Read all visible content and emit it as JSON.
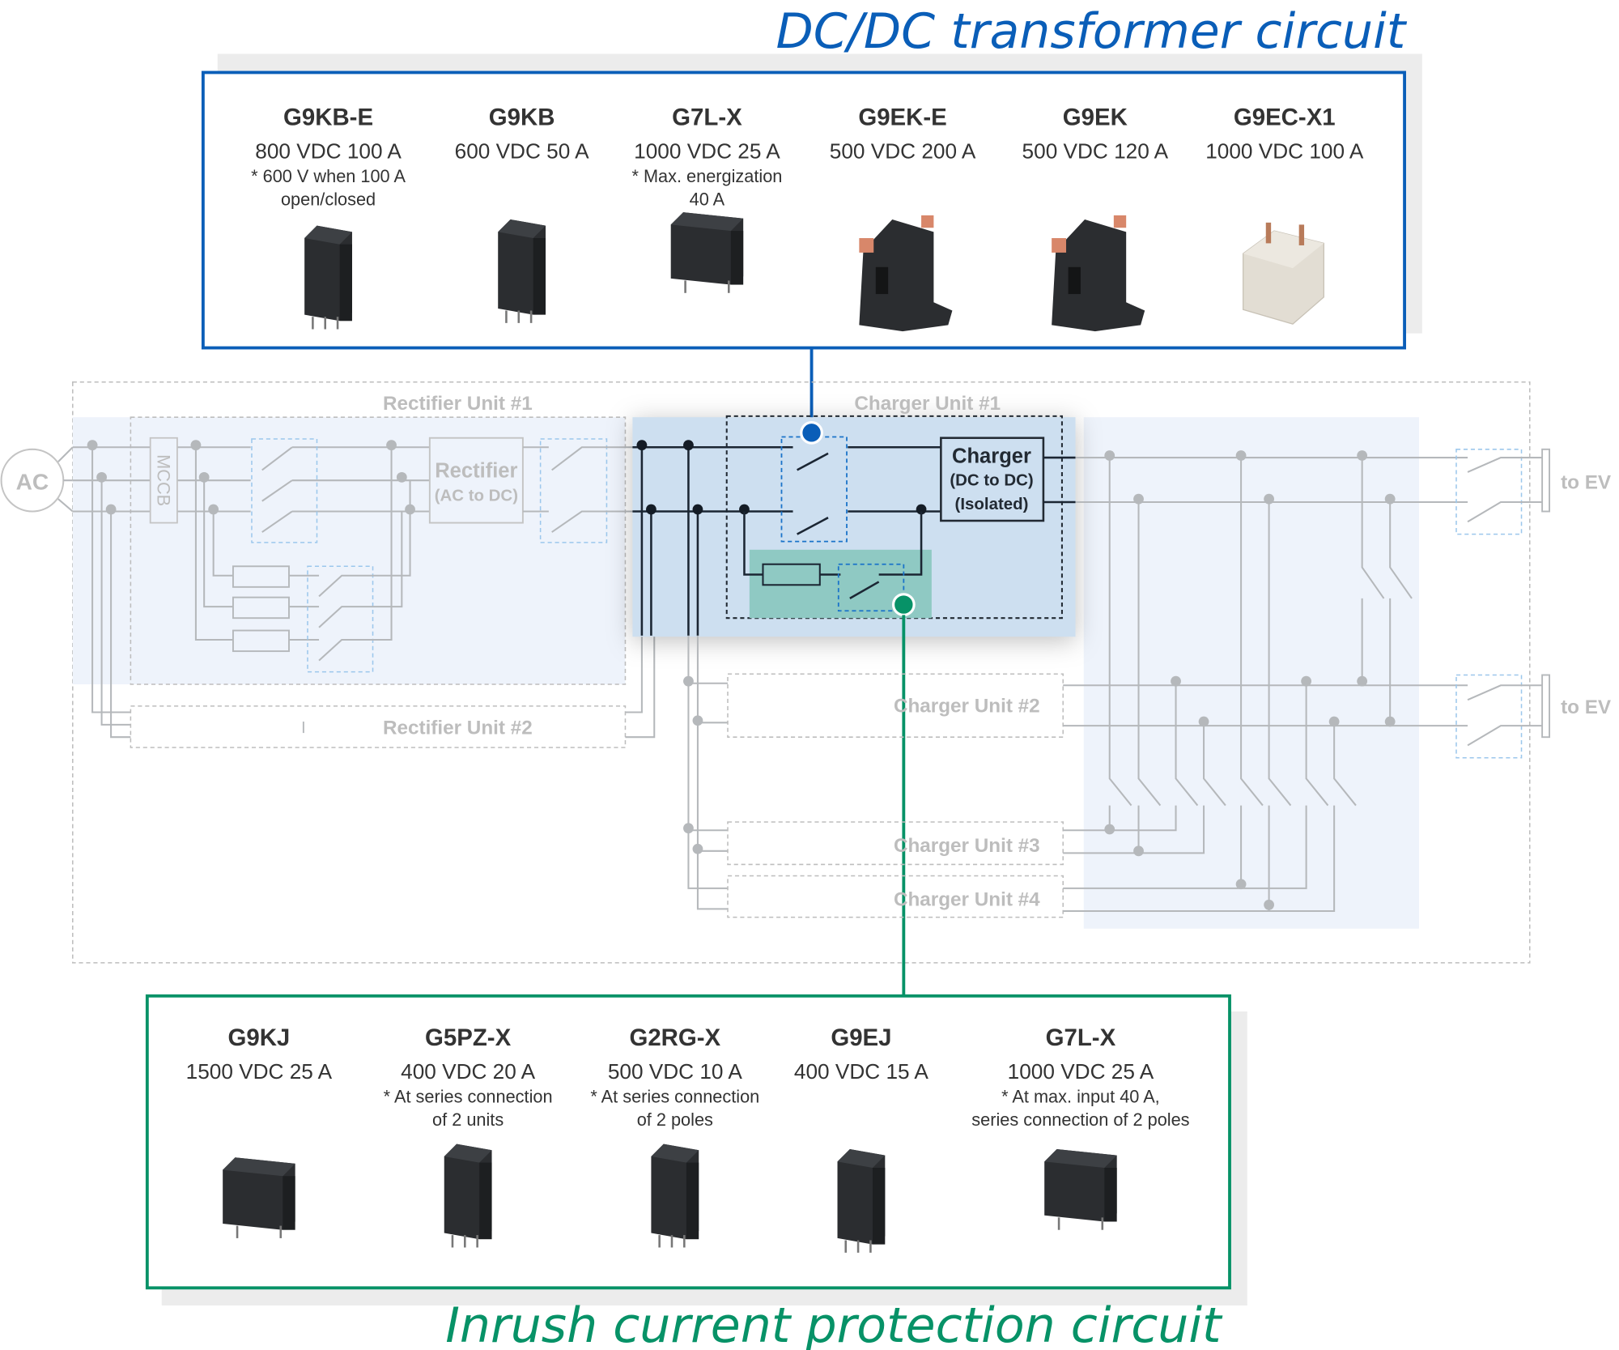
{
  "colors": {
    "dcdc_accent": "#0a5eb8",
    "inrush_accent": "#079267",
    "ghost_text": "#bdbdbd",
    "dark_text": "#222a33",
    "charger_panel_fill": "#cddff0",
    "inrush_panel_fill": "#8fc9c3",
    "switch_area_fill": "#eef3fb"
  },
  "dcdc_section": {
    "title": "DC/DC transformer circuit",
    "relays": [
      {
        "model": "G9KB-E",
        "rating": "800 VDC 100 A",
        "note_lines": [
          "* 600 V when 100 A",
          "open/closed"
        ],
        "icon": "relay-g9kb-e-photo"
      },
      {
        "model": "G9KB",
        "rating": "600 VDC 50 A",
        "note_lines": [],
        "icon": "relay-g9kb-photo"
      },
      {
        "model": "G7L-X",
        "rating": "1000 VDC 25 A",
        "note_lines": [
          "* Max. energization",
          "40 A"
        ],
        "icon": "relay-g7l-x-photo"
      },
      {
        "model": "G9EK-E",
        "rating": "500 VDC 200 A",
        "note_lines": [],
        "icon": "relay-g9ek-e-photo"
      },
      {
        "model": "G9EK",
        "rating": "500 VDC 120 A",
        "note_lines": [],
        "icon": "relay-g9ek-photo"
      },
      {
        "model": "G9EC-X1",
        "rating": "1000 VDC 100 A",
        "note_lines": [],
        "icon": "relay-g9ec-x1-photo"
      }
    ]
  },
  "inrush_section": {
    "title": "Inrush current protection circuit",
    "relays": [
      {
        "model": "G9KJ",
        "rating": "1500 VDC 25 A",
        "note_lines": [],
        "icon": "relay-g9kj-photo"
      },
      {
        "model": "G5PZ-X",
        "rating": "400 VDC 20 A",
        "note_lines": [
          "* At series connection",
          "of 2 units"
        ],
        "icon": "relay-g5pz-x-photo"
      },
      {
        "model": "G2RG-X",
        "rating": "500 VDC 10 A",
        "note_lines": [
          "* At series connection",
          "of 2 poles"
        ],
        "icon": "relay-g2rg-x-photo"
      },
      {
        "model": "G9EJ",
        "rating": "400 VDC 15 A",
        "note_lines": [],
        "icon": "relay-g9ej-photo"
      },
      {
        "model": "G7L-X",
        "rating": "1000 VDC 25 A",
        "note_lines": [
          "* At max. input 40 A,",
          "series connection of 2 poles"
        ],
        "icon": "relay-g7l-x-photo"
      }
    ]
  },
  "circuit": {
    "ac_source": "AC",
    "mccb": "MCCB",
    "rectifier_unit_1": "Rectifier Unit #1",
    "rectifier_unit_2": "Rectifier Unit #2",
    "rectifier_block": [
      "Rectifier",
      "(AC to DC)"
    ],
    "charger_unit_1": "Charger Unit #1",
    "charger_block": [
      "Charger",
      "(DC to DC)",
      "(Isolated)"
    ],
    "charger_unit_2": "Charger Unit #2",
    "charger_unit_3": "Charger Unit #3",
    "charger_unit_4": "Charger Unit #4",
    "outputs": [
      "to EV",
      "to EV"
    ]
  }
}
